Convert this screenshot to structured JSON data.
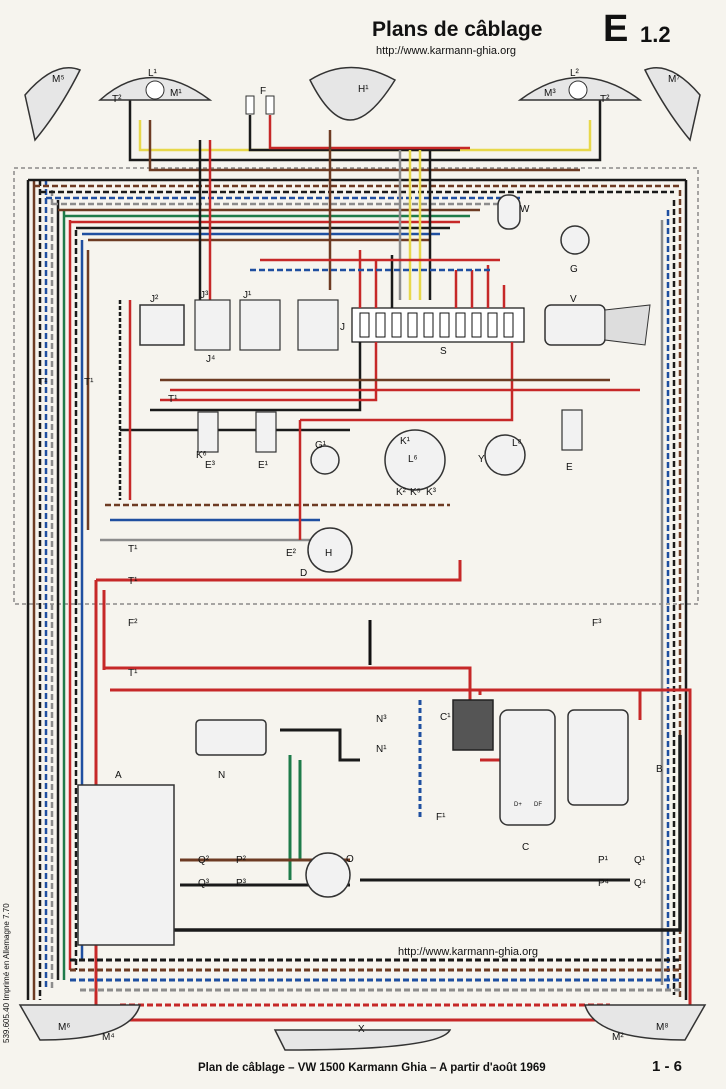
{
  "header": {
    "title": "Plans de câblage",
    "code_letter": "E",
    "code_number": "1.2",
    "url_top": "http://www.karmann-ghia.org"
  },
  "footer": {
    "url_bottom": "http://www.karmann-ghia.org",
    "caption": "Plan de câblage – VW 1500 Karmann Ghia – A partir d'août 1969",
    "page_number": "1 - 6",
    "print_note": "539.605.40 Imprimé en Allemagne 7.70"
  },
  "components": {
    "m5": "M⁵",
    "l1": "L¹",
    "m1": "M¹",
    "t2_left": "T²",
    "f": "F",
    "h1": "H¹",
    "l2": "L²",
    "m3": "M³",
    "t2_right": "T²",
    "m7": "M⁷",
    "w": "W",
    "g": "G",
    "v": "V",
    "j2": "J²",
    "j1": "J¹",
    "j3": "J³",
    "j4": "J⁴",
    "j": "J",
    "s": "S",
    "t1a": "T¹",
    "t1b": "T¹",
    "t1c": "T¹",
    "k6": "K⁶",
    "e3": "E³",
    "e1": "E¹",
    "g1": "G¹",
    "k1": "K¹",
    "l6": "L⁶",
    "l8": "L⁸",
    "y": "Y",
    "e": "E",
    "k2": "K²",
    "k5": "K⁵",
    "k3": "K³",
    "t1d": "T¹",
    "h": "H",
    "e2": "E²",
    "d": "D",
    "t1e": "T¹",
    "f2": "F²",
    "f3": "F³",
    "t1f": "T¹",
    "n": "N",
    "n3": "N³",
    "n1": "N¹",
    "c1": "C¹",
    "c": "C",
    "b": "B",
    "a": "A",
    "f1": "F¹",
    "o": "O",
    "q2": "Q²",
    "p2": "P²",
    "q3": "Q³",
    "p3": "P³",
    "p1": "P¹",
    "q1": "Q¹",
    "p4": "P⁴",
    "q4": "Q⁴",
    "m6": "M⁶",
    "m4": "M⁴",
    "x": "X",
    "m2": "M²",
    "m8": "M⁸",
    "dplus": "D+",
    "df": "DF"
  },
  "wire_colors": {
    "red": "#c62828",
    "black": "#1a1a1a",
    "brown": "#6d3b23",
    "blue": "#1f4fa0",
    "green": "#1e7b4a",
    "yellow": "#e8d84a",
    "grey": "#8c8c8c",
    "white": "#ffffff"
  }
}
